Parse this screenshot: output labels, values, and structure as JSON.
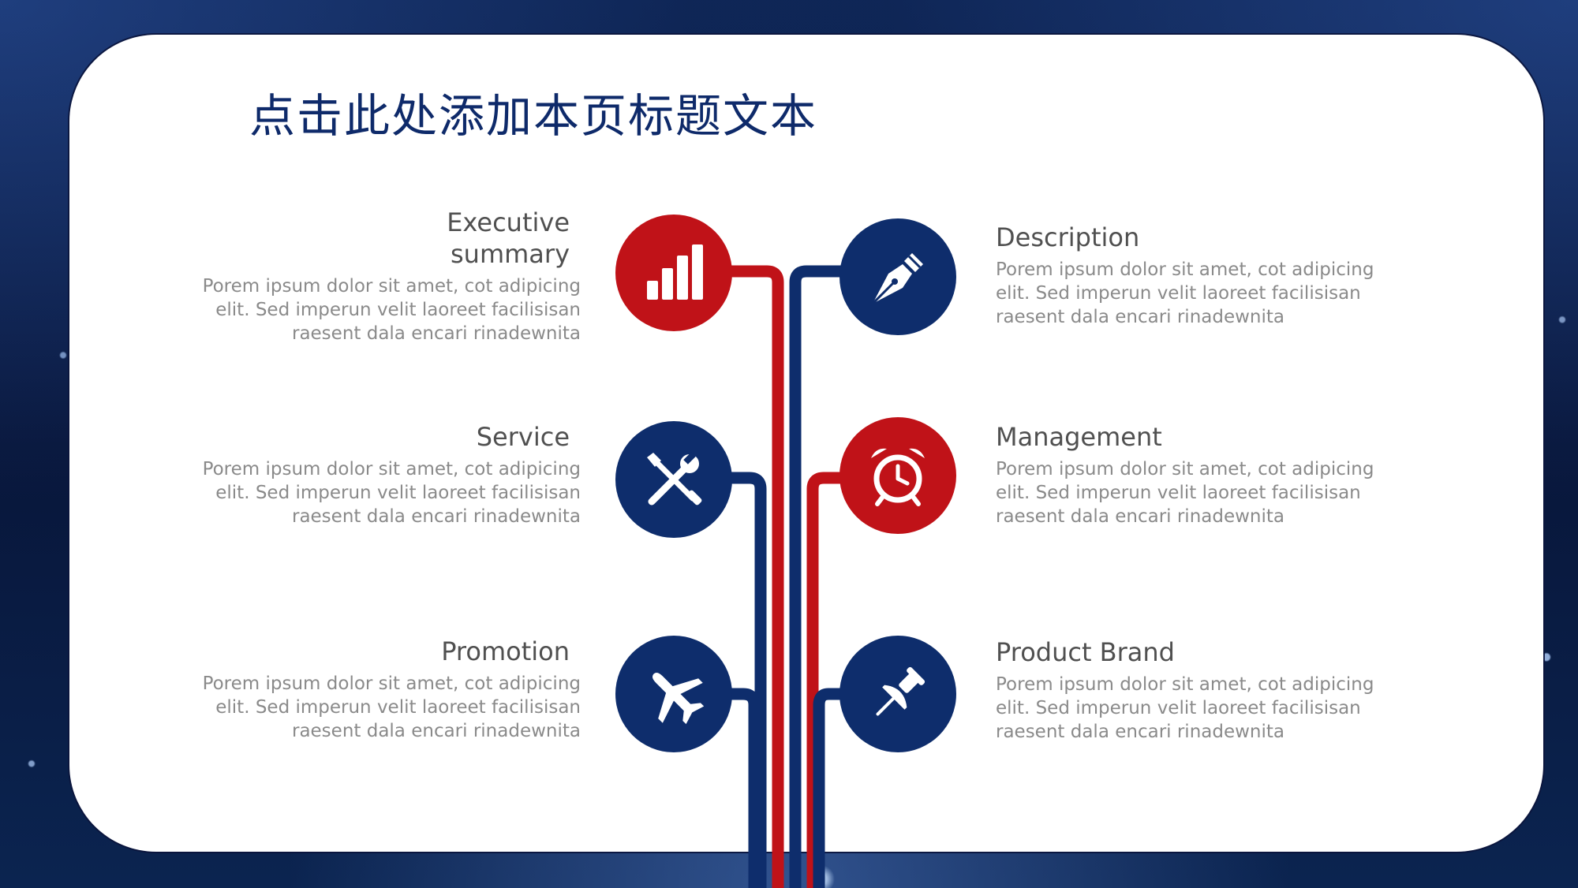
{
  "slide": {
    "title": "点击此处添加本页标题文本"
  },
  "colors": {
    "red": "#c01218",
    "blue": "#0e2d6c",
    "title": "#0e2a6a",
    "item_title": "#505050",
    "item_desc": "#8a8a8a"
  },
  "items": [
    {
      "title": "Executive\nsummary",
      "description": "Porem ipsum dolor sit amet, cot adipicing elit. Sed imperun velit laoreet facilisisan raesent dala encari rinadewnita",
      "icon": "bar-chart-icon",
      "color": "red",
      "side": "left"
    },
    {
      "title": "Description",
      "description": "Porem ipsum dolor sit amet, cot adipicing elit. Sed imperun velit laoreet facilisisan raesent dala encari rinadewnita",
      "icon": "pen-nib-icon",
      "color": "blue",
      "side": "right"
    },
    {
      "title": "Service",
      "description": "Porem ipsum dolor sit amet, cot adipicing elit. Sed imperun velit laoreet facilisisan raesent dala encari rinadewnita",
      "icon": "tools-icon",
      "color": "blue",
      "side": "left"
    },
    {
      "title": "Management",
      "description": "Porem ipsum dolor sit amet, cot adipicing elit. Sed imperun velit laoreet facilisisan raesent dala encari rinadewnita",
      "icon": "alarm-clock-icon",
      "color": "red",
      "side": "right"
    },
    {
      "title": "Promotion",
      "description": "Porem ipsum dolor sit amet, cot adipicing elit. Sed imperun velit laoreet facilisisan raesent dala encari rinadewnita",
      "icon": "airplane-icon",
      "color": "blue",
      "side": "left"
    },
    {
      "title": "Product Brand",
      "description": "Porem ipsum dolor sit amet, cot adipicing elit. Sed imperun velit laoreet facilisisan raesent dala encari rinadewnita",
      "icon": "pushpin-icon",
      "color": "blue",
      "side": "right"
    }
  ]
}
